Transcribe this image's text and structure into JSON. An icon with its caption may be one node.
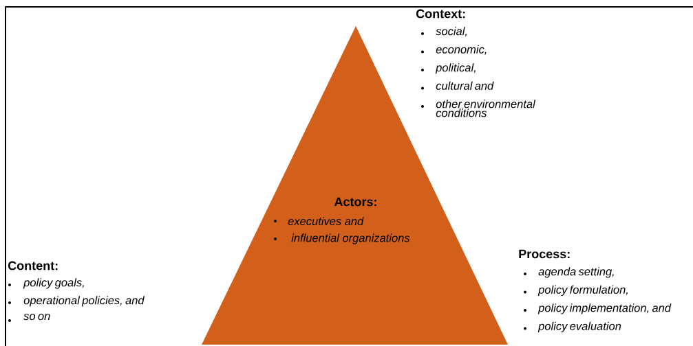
{
  "diagram": {
    "nodes": [
      {
        "text": [
          "Actors:",
          "executives and",
          "influential organizations"
        ]
      }
    ],
    "labels": [
      "Context:",
      "social,",
      "economic,",
      "political,",
      "cultural and",
      "other environmental conditions",
      "Process:",
      "agenda setting,",
      "policy formulation,",
      "policy implementation, and",
      "policy evaluation",
      "Content:",
      "policy goals,",
      "operational policies, and",
      "so on"
    ]
  }
}
